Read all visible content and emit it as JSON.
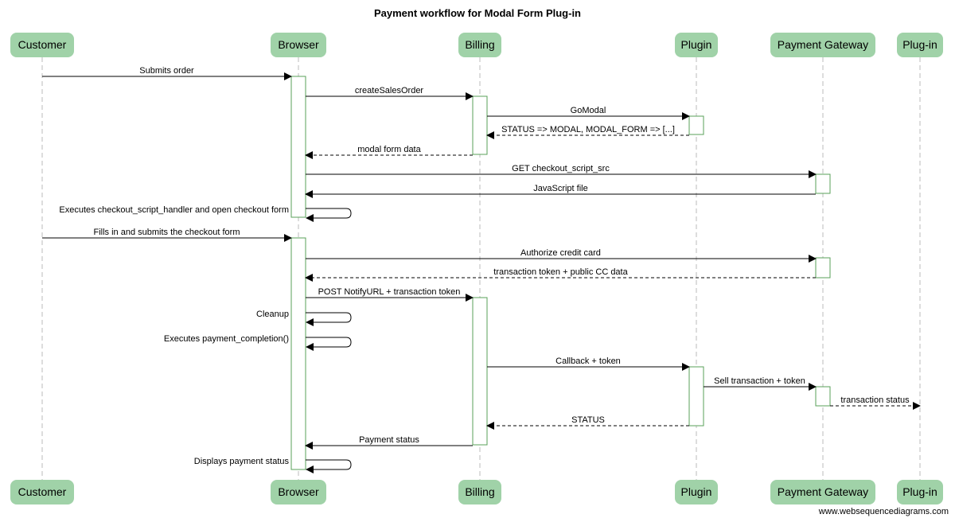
{
  "title": "Payment workflow for Modal Form Plug-in",
  "watermark": "www.websequencediagrams.com",
  "colors": {
    "participant_fill": "#a0d2a8",
    "activation_stroke": "#5aa05a",
    "lifeline": "#bbbbbb",
    "arrow": "#000000"
  },
  "participants": [
    {
      "id": "customer",
      "label": "Customer"
    },
    {
      "id": "browser",
      "label": "Browser"
    },
    {
      "id": "billing",
      "label": "Billing"
    },
    {
      "id": "plugin",
      "label": "Plugin"
    },
    {
      "id": "gateway",
      "label": "Payment Gateway"
    },
    {
      "id": "plugin2",
      "label": "Plug-in"
    }
  ],
  "messages": [
    {
      "from": "customer",
      "to": "browser",
      "label": "Submits order",
      "dashed": false
    },
    {
      "from": "browser",
      "to": "billing",
      "label": "createSalesOrder",
      "dashed": false
    },
    {
      "from": "billing",
      "to": "plugin",
      "label": "GoModal",
      "dashed": false
    },
    {
      "from": "plugin",
      "to": "billing",
      "label": "STATUS => MODAL, MODAL_FORM => [...]",
      "dashed": true
    },
    {
      "from": "billing",
      "to": "browser",
      "label": "modal form data",
      "dashed": true
    },
    {
      "from": "browser",
      "to": "gateway",
      "label": "GET checkout_script_src",
      "dashed": false
    },
    {
      "from": "gateway",
      "to": "browser",
      "label": "JavaScript file",
      "dashed": false
    },
    {
      "from": "browser",
      "to": "browser",
      "label": "Executes checkout_script_handler and open checkout form",
      "dashed": false
    },
    {
      "from": "customer",
      "to": "browser",
      "label": "Fills in and submits the checkout form",
      "dashed": false
    },
    {
      "from": "browser",
      "to": "gateway",
      "label": "Authorize credit card",
      "dashed": false
    },
    {
      "from": "gateway",
      "to": "browser",
      "label": "transaction token + public CC data",
      "dashed": true
    },
    {
      "from": "browser",
      "to": "billing",
      "label": "POST NotifyURL + transaction token",
      "dashed": false
    },
    {
      "from": "browser",
      "to": "browser",
      "label": "Cleanup",
      "dashed": false
    },
    {
      "from": "browser",
      "to": "browser",
      "label": "Executes payment_completion()",
      "dashed": false
    },
    {
      "from": "billing",
      "to": "plugin",
      "label": "Callback + token",
      "dashed": false
    },
    {
      "from": "plugin",
      "to": "gateway",
      "label": "Sell transaction + token",
      "dashed": false
    },
    {
      "from": "gateway",
      "to": "plugin2",
      "label": "transaction status",
      "dashed": true
    },
    {
      "from": "plugin",
      "to": "billing",
      "label": "STATUS",
      "dashed": true
    },
    {
      "from": "billing",
      "to": "browser",
      "label": "Payment status",
      "dashed": false
    },
    {
      "from": "browser",
      "to": "browser",
      "label": "Displays payment status",
      "dashed": false
    }
  ]
}
